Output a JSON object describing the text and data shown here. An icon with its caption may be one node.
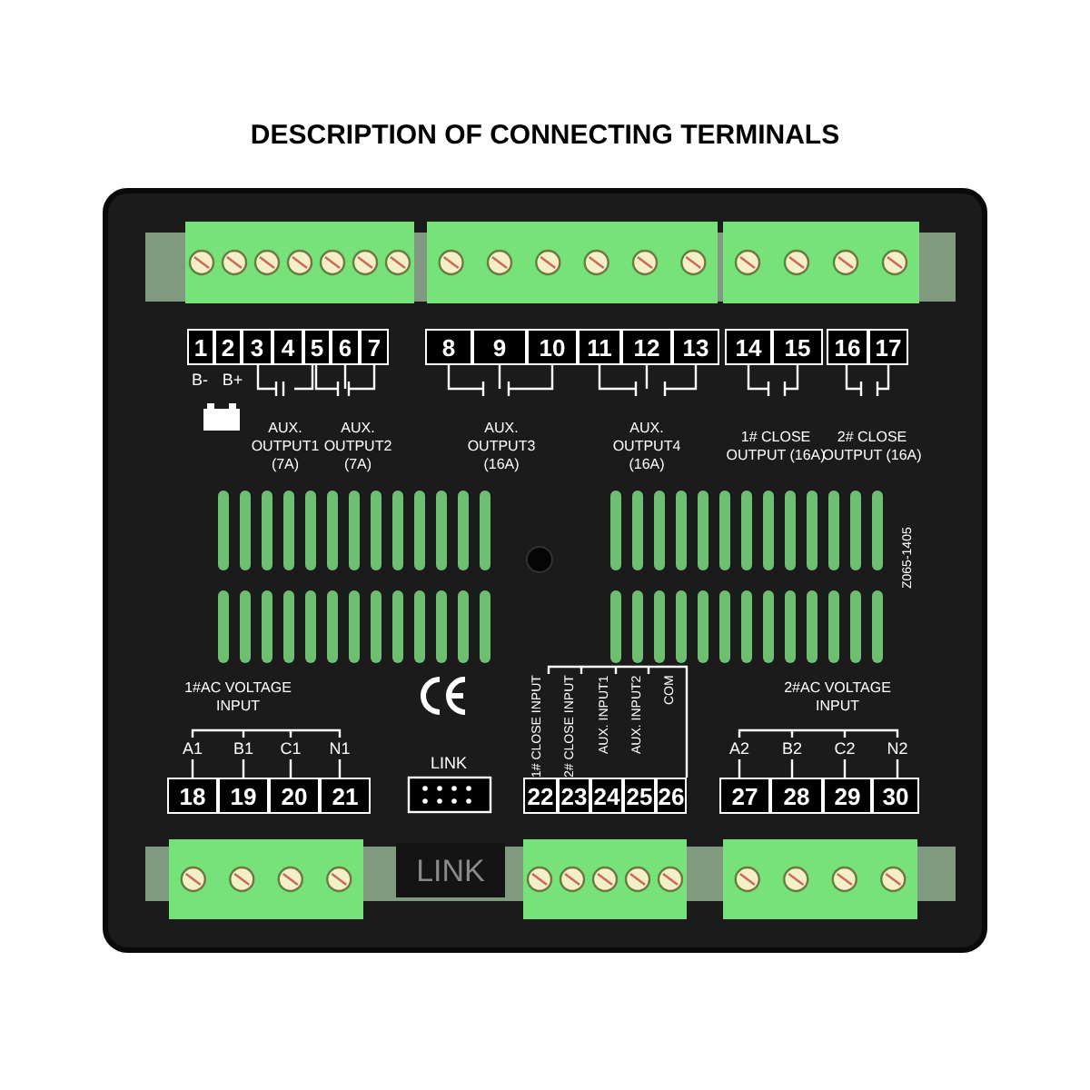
{
  "diagram": {
    "title": "DESCRIPTION OF CONNECTING TERMINALS",
    "labels": [
      "1",
      "2",
      "3",
      "4",
      "5",
      "6",
      "7",
      "8",
      "9",
      "10",
      "11",
      "12",
      "13",
      "14",
      "15",
      "16",
      "17",
      "B-",
      "B+",
      "AUX. OUTPUT1 (7A)",
      "AUX. OUTPUT2 (7A)",
      "AUX. OUTPUT3 (16A)",
      "AUX. OUTPUT4 (16A)",
      "1# CLOSE OUTPUT (16A)",
      "2# CLOSE OUTPUT (16A)",
      "Z065-1405",
      "1#AC VOLTAGE INPUT",
      "2#AC VOLTAGE INPUT",
      "A1",
      "B1",
      "C1",
      "N1",
      "LINK",
      "1# CLOSE INPUT",
      "2# CLOSE INPUT",
      "AUX. INPUT1",
      "AUX. INPUT2",
      "COM",
      "A2",
      "B2",
      "C2",
      "N2",
      "18",
      "19",
      "20",
      "21",
      "22",
      "23",
      "24",
      "25",
      "26",
      "27",
      "28",
      "29",
      "30",
      "LINK"
    ]
  }
}
